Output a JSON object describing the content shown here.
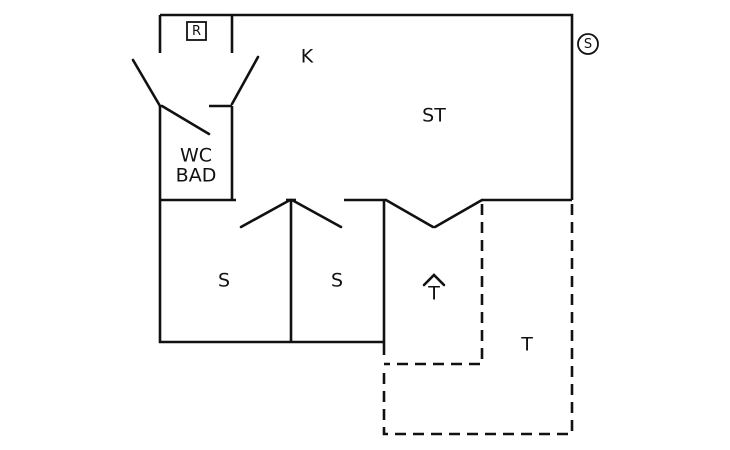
{
  "rooms": {
    "kitchen": "K",
    "living": "ST",
    "wc": "WC",
    "bath": "BAD",
    "bedroom_1": "S",
    "bedroom_2": "S",
    "terrace_inner": "T",
    "terrace_outer": "T"
  },
  "symbols": {
    "r_box": "R",
    "s_circle": "S"
  }
}
